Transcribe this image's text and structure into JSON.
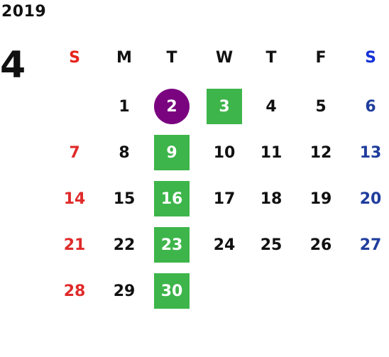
{
  "calendar": {
    "year": "2019",
    "month": "4",
    "weekdays": [
      {
        "label": "S",
        "color": "#e8221a"
      },
      {
        "label": "M",
        "color": "#111111"
      },
      {
        "label": "T",
        "color": "#111111"
      },
      {
        "label": "W",
        "color": "#111111"
      },
      {
        "label": "T",
        "color": "#111111"
      },
      {
        "label": "F",
        "color": "#111111"
      },
      {
        "label": "S",
        "color": "#1432d8"
      }
    ],
    "first_weekday_index": 1,
    "days_in_month": 30,
    "sunday_color": "#e02a2a",
    "weekday_color": "#111111",
    "saturday_color": "#1f3d9c",
    "today": 2,
    "today_color": "#7a037f",
    "highlight_color": "#3db54a",
    "highlighted_days": [
      3,
      9,
      16,
      23,
      30
    ]
  }
}
